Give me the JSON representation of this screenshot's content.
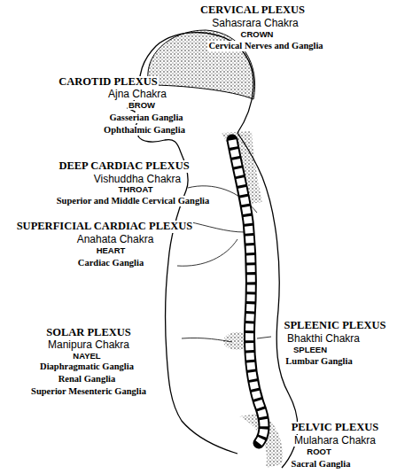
{
  "diagram": {
    "labels": [
      "CERVICAL PLEXUS",
      "Sahasrara Chakra",
      "CROWN",
      "Cervical Nerves and Ganglia",
      "CAROTID PLEXUS",
      "Ajna Chakra",
      "BROW",
      "Gasserian Ganglia",
      "Ophthalmic Ganglia",
      "DEEP CARDIAC PLEXUS",
      "Vishuddha Chakra",
      "THROAT",
      "Superior and Middle Cervical Ganglia",
      "SUPERFICIAL CARDIAC PLEXUS",
      "Anahata Chakra",
      "HEART",
      "Cardiac Ganglia",
      "SOLAR PLEXUS",
      "Manipura Chakra",
      "NAYEL",
      "Diaphragmatic Ganglia",
      "Renal Ganglia",
      "Superior Mesenteric Ganglia",
      "SPLEENIC PLEXUS",
      "Bhakthi Chakra",
      "SPLEEN",
      "Lumbar Ganglia",
      "PELVIC PLEXUS",
      "Mulahara Chakra",
      "ROOT",
      "Sacral Ganglia"
    ]
  }
}
